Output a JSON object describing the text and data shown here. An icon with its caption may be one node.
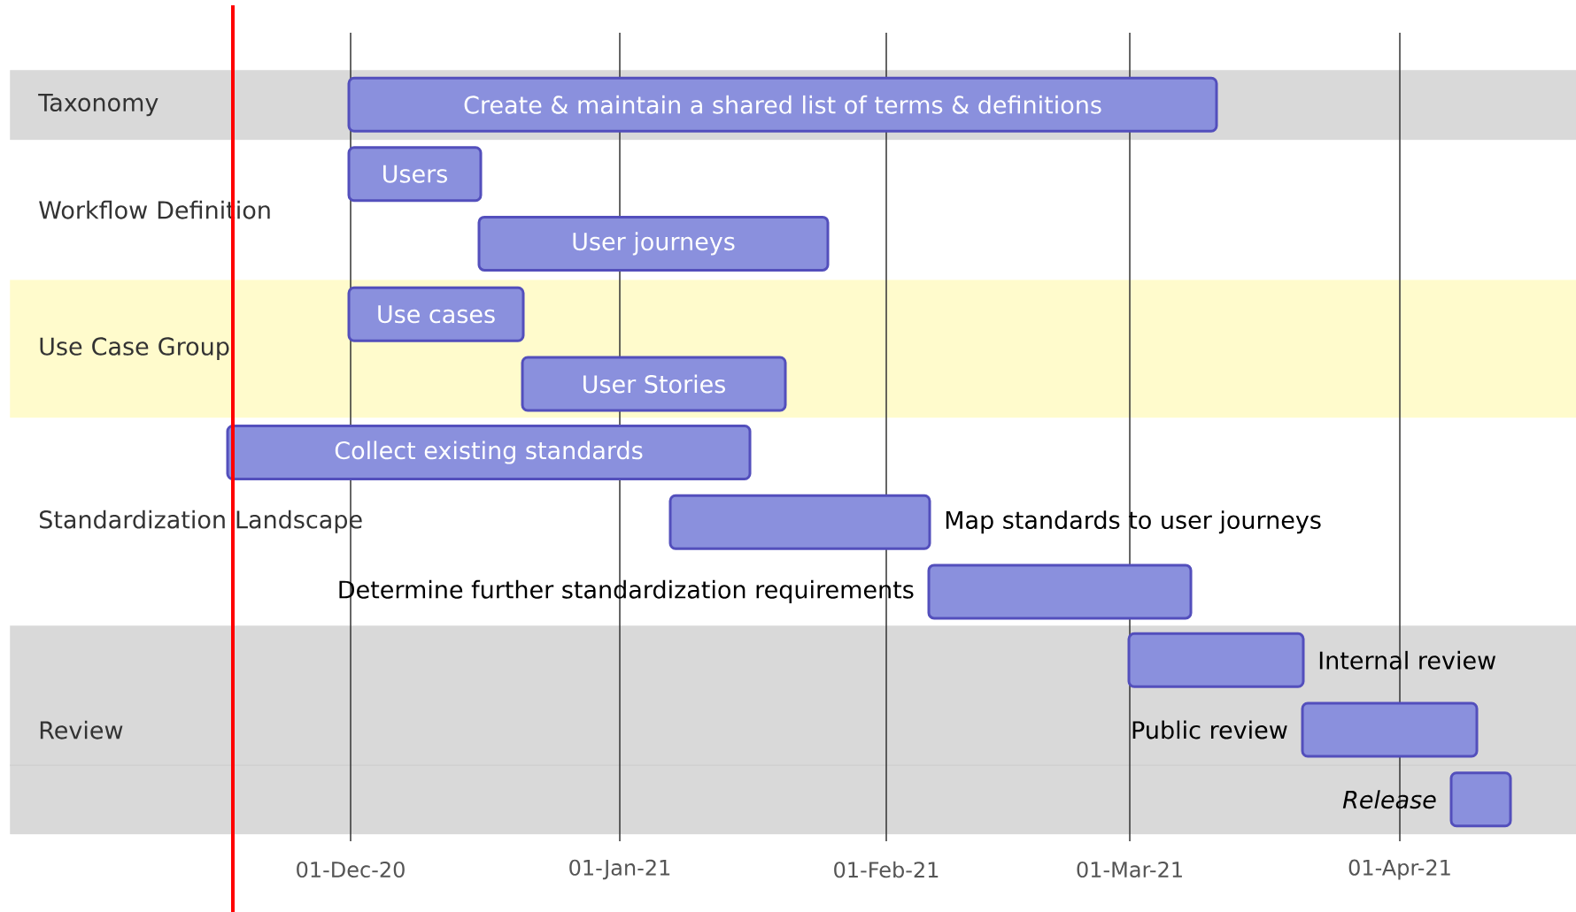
{
  "diagram": {
    "nodes": [
      {
        "text": [
          "Taxonomy"
        ]
      },
      {
        "text": [
          "Create & maintain a shared list of terms & definitions"
        ],
        "in": 0
      },
      {
        "text": [
          "Workflow Definition"
        ]
      },
      {
        "text": [
          "Users"
        ]
      },
      {
        "text": [
          "User journeys"
        ]
      },
      {
        "text": [
          "Use Case Group"
        ]
      },
      {
        "text": [
          "Use cases"
        ],
        "in": 5
      },
      {
        "text": [
          "User Stories"
        ],
        "in": 5
      },
      {
        "text": [
          "Standardization Landscape"
        ]
      },
      {
        "text": [
          "Collect existing standards"
        ]
      },
      {
        "text": [],
        "shape": "bar",
        "beside": [
          "Map standards to user journeys"
        ]
      },
      {
        "text": [],
        "shape": "bar",
        "beside": [
          "Determine further standardization requirements"
        ]
      },
      {
        "text": [
          "Review"
        ]
      },
      {
        "text": [],
        "shape": "bar",
        "beside": [
          "Internal review"
        ],
        "in": 12
      },
      {
        "text": [],
        "shape": "bar",
        "beside": [
          "Public review"
        ],
        "in": 12
      },
      {
        "text": [],
        "shape": "bar",
        "beside": [
          "Release"
        ],
        "in": 12
      }
    ],
    "labels": [
      "01-Dec-20",
      "01-Jan-21",
      "01-Feb-21",
      "01-Mar-21",
      "01-Apr-21"
    ]
  }
}
